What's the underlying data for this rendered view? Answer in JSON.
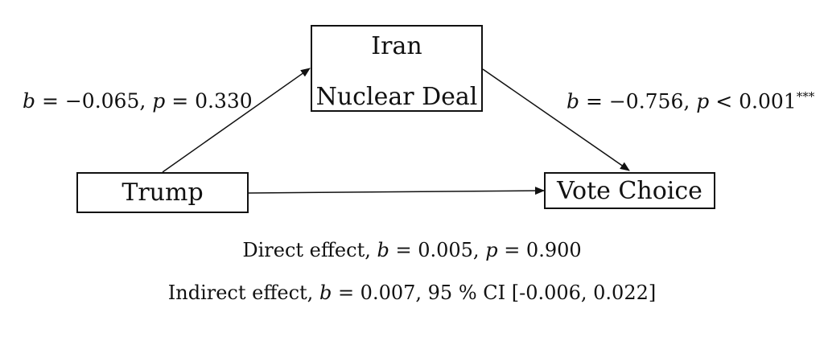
{
  "nodes": {
    "mediator": {
      "line1": "Iran",
      "line2": "Nuclear Deal"
    },
    "predictor": {
      "label": "Trump"
    },
    "outcome": {
      "label": "Vote Choice"
    }
  },
  "paths": {
    "a": {
      "b_sym": "b",
      "b_val": " = −0.065, ",
      "p_sym": "p",
      "p_val": " = 0.330",
      "stars": ""
    },
    "b": {
      "b_sym": "b",
      "b_val": " = −0.756, ",
      "p_sym": "p",
      "p_val": " < 0.001",
      "stars": "***"
    }
  },
  "effects": {
    "direct": {
      "prefix": "Direct effect, ",
      "b_sym": "b",
      "b_val": " = 0.005, ",
      "p_sym": "p",
      "p_val": " = 0.900"
    },
    "indirect": {
      "prefix": "Indirect effect, ",
      "b_sym": "b",
      "rest": " = 0.007, 95 % CI [-0.006, 0.022]"
    }
  }
}
